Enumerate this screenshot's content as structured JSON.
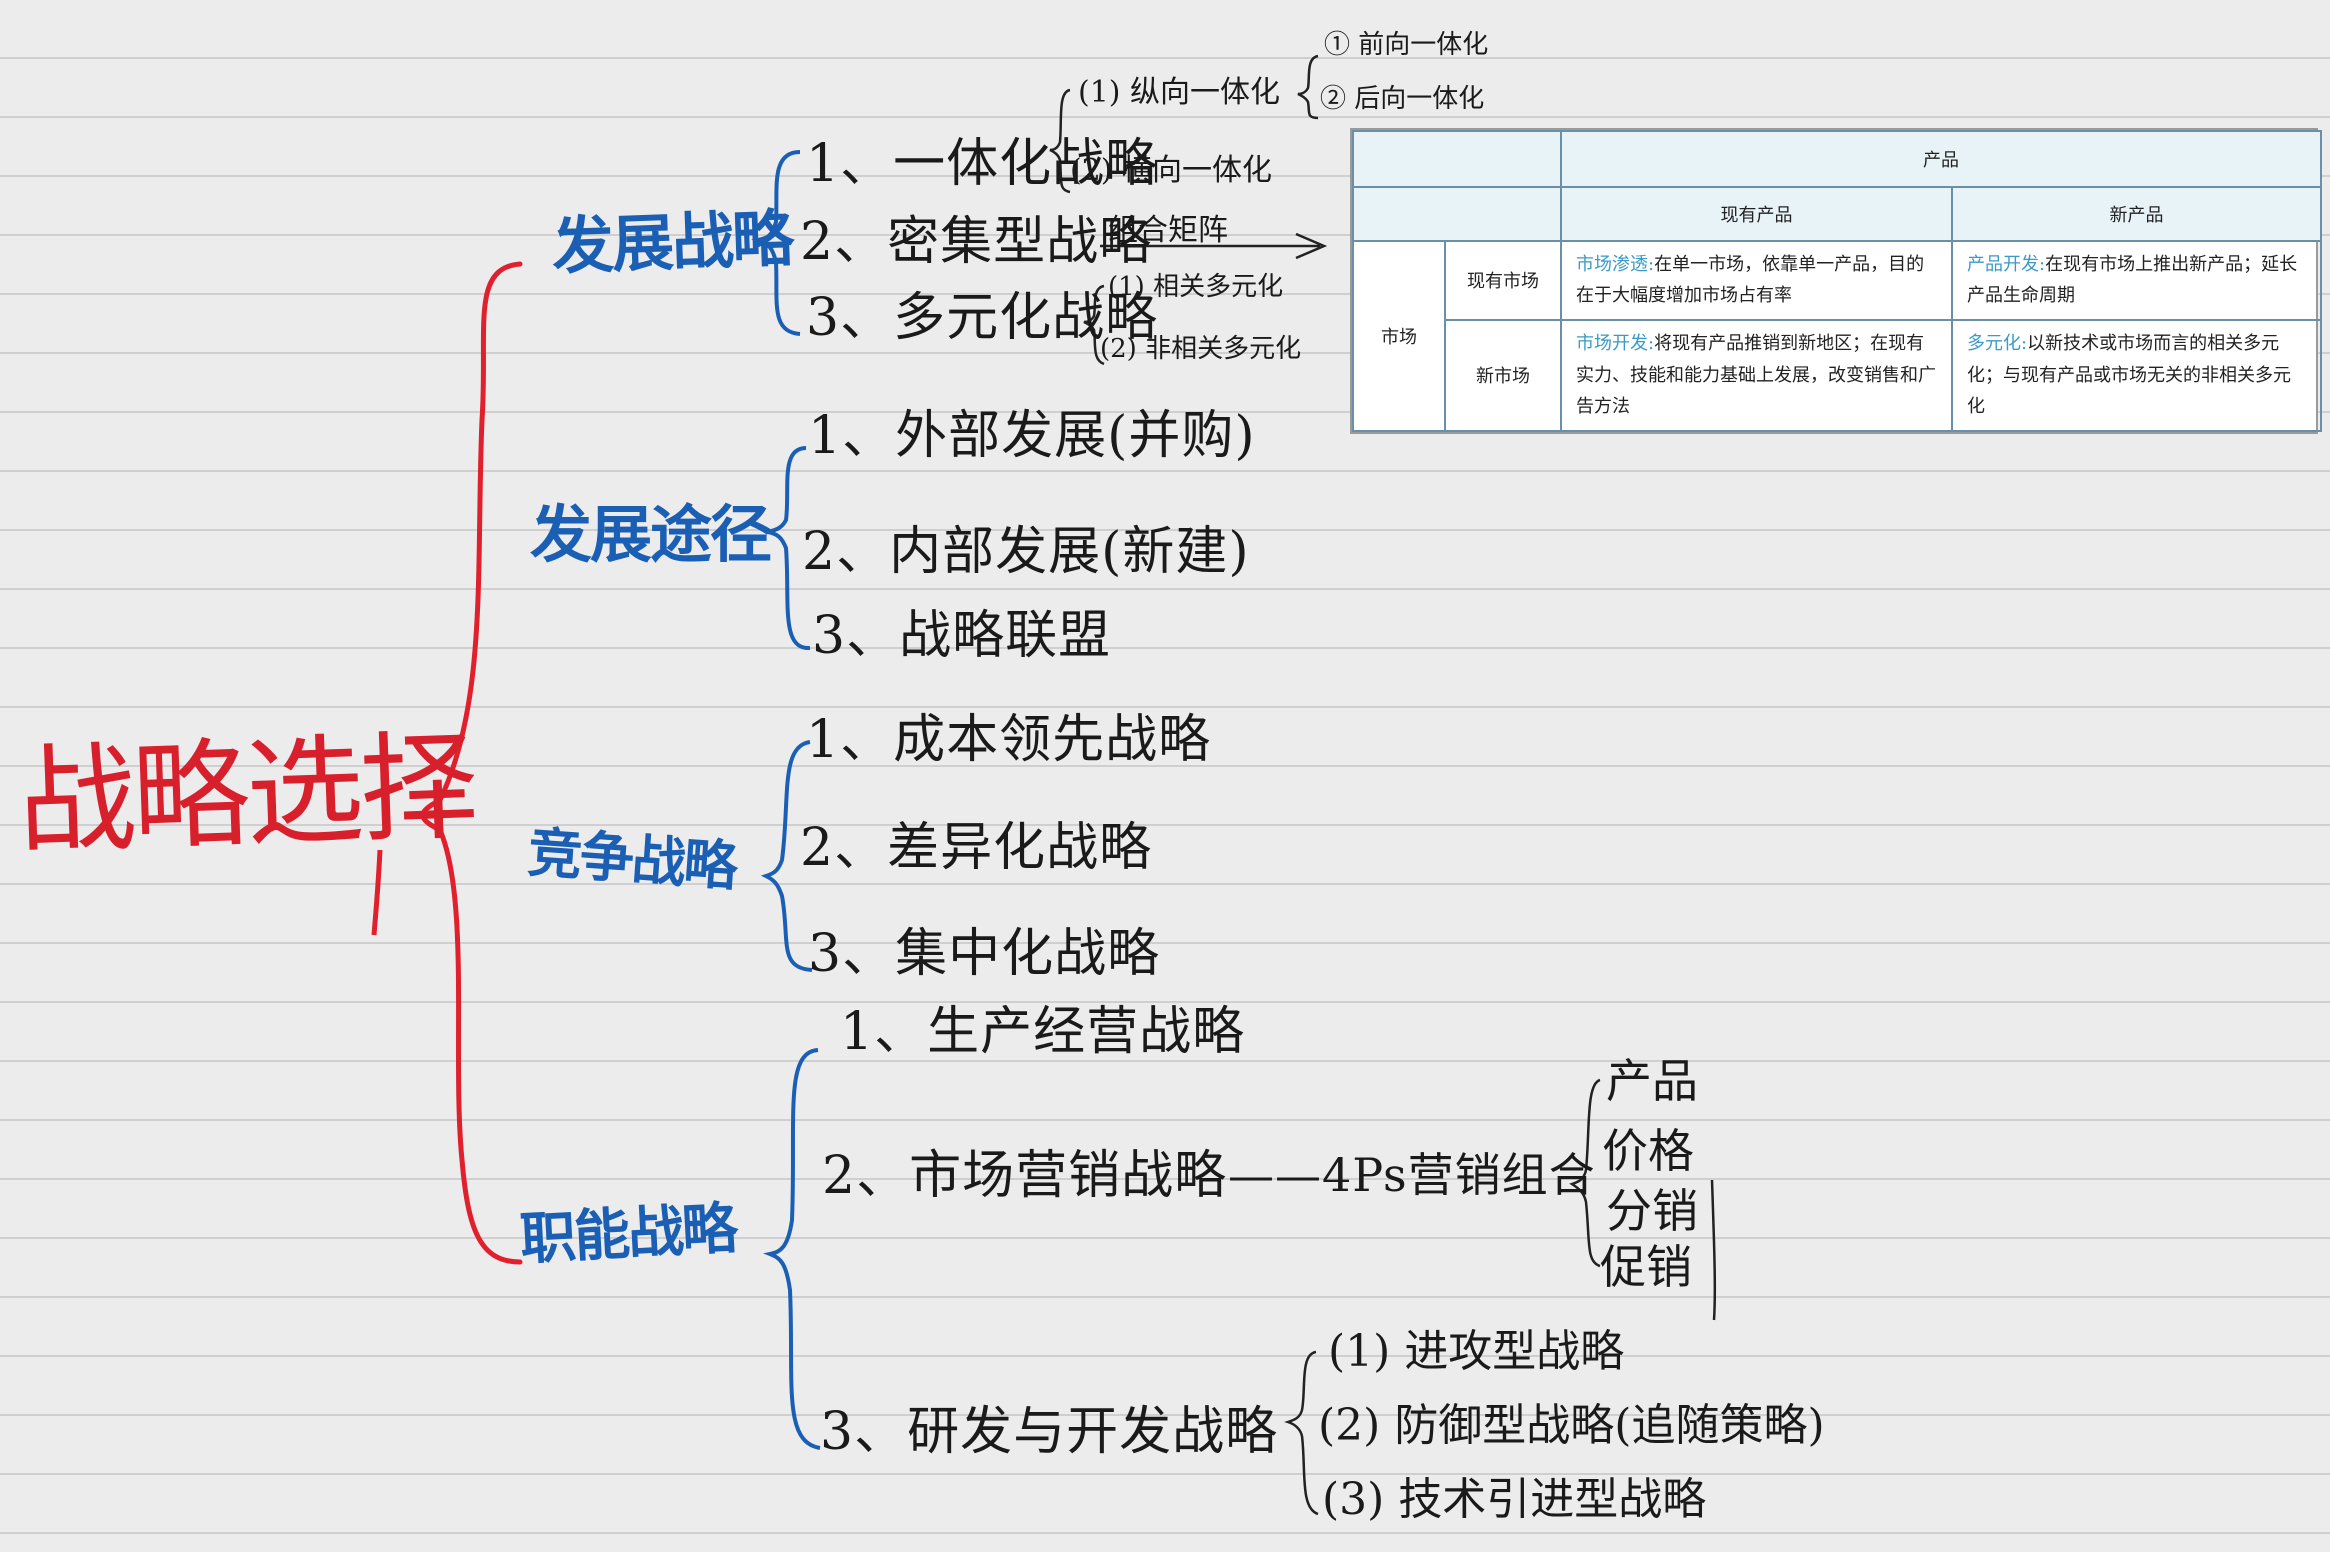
{
  "root": "战略选择",
  "branches": [
    {
      "title": "发展战略",
      "items": [
        "1、一体化战略",
        "2、密集型战略",
        "3、多元化战略"
      ],
      "arrow_note": "组合矩阵",
      "integration_subs": [
        "(1) 纵向一体化",
        "(2) 横向一体化"
      ],
      "vertical_subs": [
        "① 前向一体化",
        "② 后向一体化"
      ],
      "diversification_subs": [
        "(1) 相关多元化",
        "(2) 非相关多元化"
      ]
    },
    {
      "title": "发展途径",
      "items": [
        "1、外部发展(并购)",
        "2、内部发展(新建)",
        "3、战略联盟"
      ]
    },
    {
      "title": "竞争战略",
      "items": [
        "1、成本领先战略",
        "2、差异化战略",
        "3、集中化战略"
      ]
    },
    {
      "title": "职能战略",
      "items": [
        "1、生产经营战略",
        "2、市场营销战略",
        "3、研发与开发战略"
      ],
      "marketing_note": "——4Ps营销组合",
      "four_ps": [
        "产品",
        "价格",
        "分销",
        "促销"
      ],
      "rd_subs": [
        "(1) 进攻型战略",
        "(2) 防御型战略(追随策略)",
        "(3) 技术引进型战略"
      ]
    }
  ],
  "ansoff_table": {
    "top_header": "产品",
    "product_cols": [
      "现有产品",
      "新产品"
    ],
    "row_group": "市场",
    "rows": [
      {
        "market": "现有市场",
        "cells": [
          {
            "key": "市场渗透:",
            "text": "在单一市场，依靠单一产品，目的在于大幅度增加市场占有率"
          },
          {
            "key": "产品开发:",
            "text": "在现有市场上推出新产品；延长产品生命周期"
          }
        ]
      },
      {
        "market": "新市场",
        "cells": [
          {
            "key": "市场开发:",
            "text": "将现有产品推销到新地区；在现有实力、技能和能力基础上发展，改变销售和广告方法"
          },
          {
            "key": "多元化:",
            "text": "以新技术或市场而言的相关多元化；与现有产品或市场无关的非相关多元化"
          }
        ]
      }
    ]
  },
  "colors": {
    "root": "#d8202c",
    "branch": "#1a5fb4",
    "ink": "#1a1a1a",
    "table_key": "#3a9ac9"
  }
}
